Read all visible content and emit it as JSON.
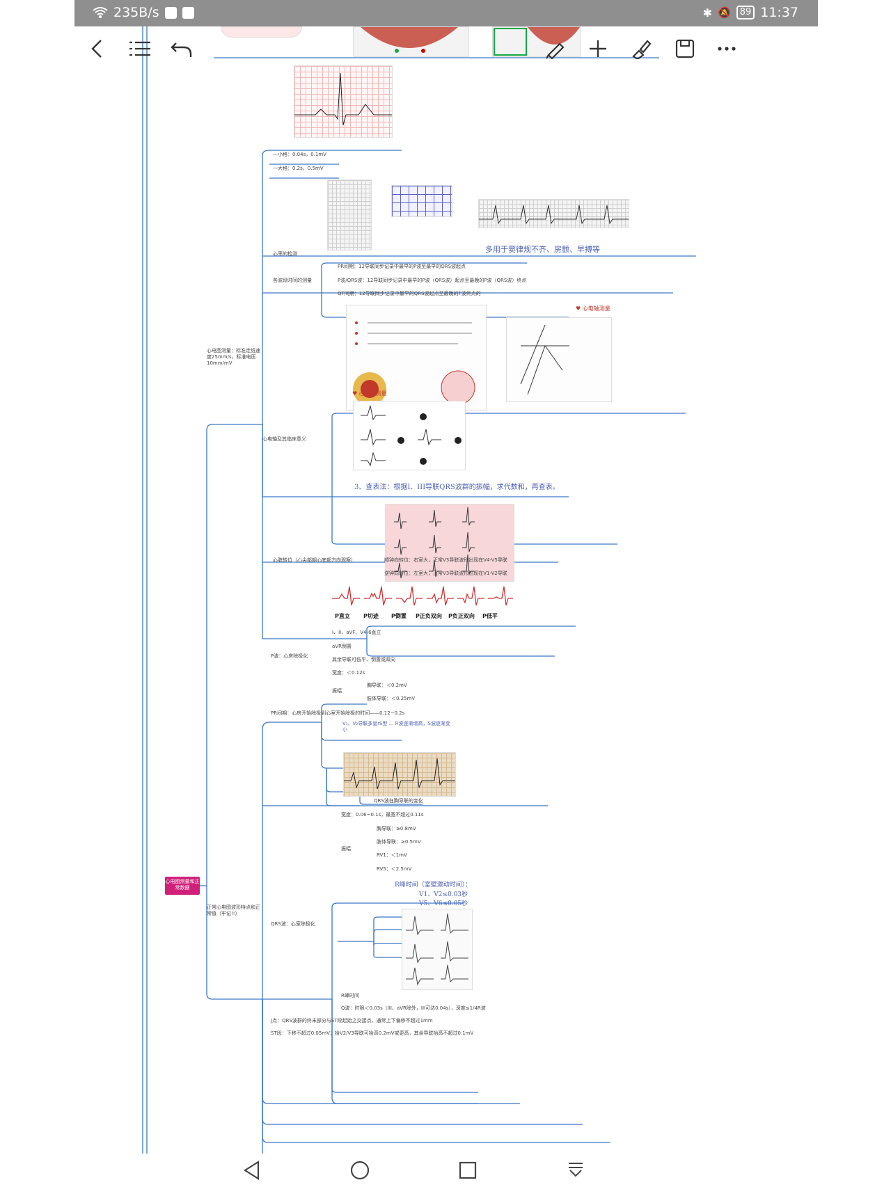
{
  "status_bar": {
    "speed": "235B/s",
    "battery": "89",
    "time": "11:37"
  },
  "toolbar": {
    "back": "back-icon",
    "outline": "list-icon",
    "undo": "undo-icon",
    "pen": "pen-icon",
    "add": "plus-icon",
    "format": "brush-icon",
    "save": "save-icon",
    "more": "more-icon"
  },
  "mindmap": {
    "root": "心电图测量和正常数据",
    "branch_measure": "心电图测量：标准走纸速度25mm/s，标准电压10mm/mV",
    "grid_small": "一小格：0.04s，0.1mV",
    "grid_large": "一大格：0.2s，0.5mV",
    "heart_rate": "心率的检测",
    "interval_measure": "各波段时间的测量",
    "pr_interval": "PR间期：12导联同步记录中最早的P波至最早的QRS波起点",
    "p_qrs": "P波/QRS波：12导联同步记录中最早的P波（QRS波）起点至最晚的P波（QRS波）终点",
    "qt_interval": "QT间期：12导联同步记录中最早的QRS波起点至最晚的T波终点的",
    "axis": "心电轴及其临床意义",
    "axis_title": "心电轴测量",
    "axis_title2": "心电轴测量",
    "lookup_note": "3、查表法：根据I、III导联QRS波群的振幅，求代数和，再查表。",
    "rotation": "心脏转位（心尖部朝心底部方向观察）",
    "cw_rotation": "顺钟向转位：右室大，正常V3导联波形出现在V4-V5导联",
    "ccw_rotation": "逆钟向转位：左室大，正常V3导联波形出现在V1-V2导联",
    "rhythm_note": "多用于窦律规不齐、房颤、早搏等",
    "p_forms": [
      "P直立",
      "P切迹",
      "P倒置",
      "P正负双向",
      "P负正双向",
      "P低平"
    ],
    "branch_normal": "正常心电图波形特点和正常值（牢记!!）",
    "p_wave": "P波：心房除极化",
    "p_upright": "I、II、aVF、V4-6直立",
    "p_avr": "aVR倒置",
    "p_other": "其余导联可低平、倒置或双向",
    "p_width": "宽度：＜0.12s",
    "p_amp": "振幅",
    "p_limb": "肢体导联：＜0.25mV",
    "p_chest": "胸导联：＜0.2mV",
    "pr_normal": "PR间期：心房开始除极到心室开始除极的时间——0.12~0.2s",
    "qrs_caption": "QRS波在胸导联的变化",
    "qrs_wave": "QRS波：心室除极化",
    "qrs_width": "宽度：0.06~0.1s，最宽不超过0.11s",
    "qrs_amp": "振幅",
    "qrs_chest": "胸导联：≥0.8mV",
    "qrs_limb": "肢体导联：≥0.5mV",
    "rv1": "RV1：＜1mV",
    "rv5": "RV5：＜2.5mV",
    "r_peak_title": "R峰时间（室壁激动时间）：",
    "r_peak_v12": "V1、V2≤0.03秒",
    "r_peak_v56": "V5、V6≤0.05秒",
    "r_peak": "R峰时间",
    "q_wave": "Q波：时限＜0.03s（III、aVR除外，III可达0.04s），深度≤1/4R波",
    "j_point": "J点：QRS波群的终末部分与ST段起始之交接点，通常上下偏移不超过1mm",
    "st_segment": "ST段：下移不超过0.05mV；抬V2/V3导联可抬高0.2mV或更高，其余导联抬高不超过0.1mV"
  }
}
